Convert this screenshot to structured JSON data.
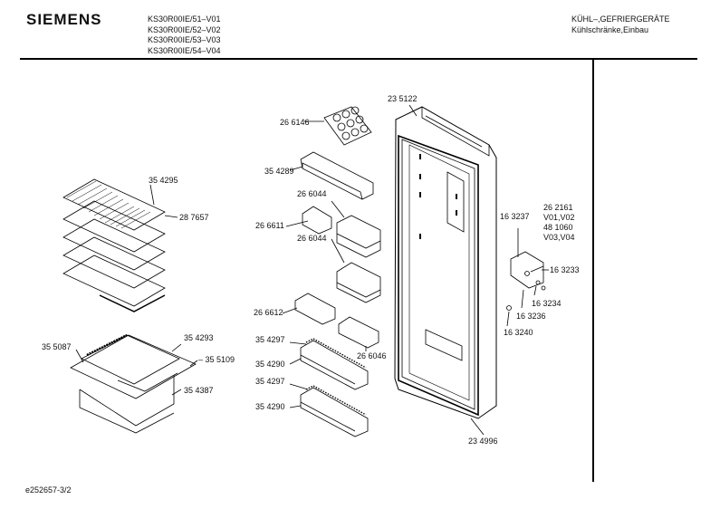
{
  "header": {
    "brand": "SIEMENS",
    "models": [
      "KS30R00IE/51–V01",
      "KS30R00IE/52–V02",
      "KS30R00IE/53–V03",
      "KS30R00IE/54–V04"
    ],
    "category": "KÜHL–,GEFRIERGERÄTE",
    "subcategory": "Kühlschränke,Einbau"
  },
  "footer": {
    "doc_id": "e252657-3/2"
  },
  "parts": {
    "p235122": "23 5122",
    "p266146": "26 6146",
    "p354289": "35 4289",
    "p354295": "35 4295",
    "p287657": "28 7657",
    "p266044a": "26 6044",
    "p266611": "26 6611",
    "p266044b": "26 6044",
    "p266612": "26 6612",
    "p266046": "26 6046",
    "p354297a": "35 4297",
    "p354290a": "35 4290",
    "p354297b": "35 4297",
    "p354290b": "35 4290",
    "p234996": "23 4996",
    "p262161": "26 2161",
    "v0102": "V01,V02",
    "p481060": "48 1060",
    "v0304": "V03,V04",
    "p163237": "16 3237",
    "p163233": "16 3233",
    "p163234": "16 3234",
    "p163236": "16 3236",
    "p163240": "16 3240",
    "p354293": "35 4293",
    "p355087": "35 5087",
    "p355109": "– 35 5109",
    "p354387": "35 4387"
  }
}
